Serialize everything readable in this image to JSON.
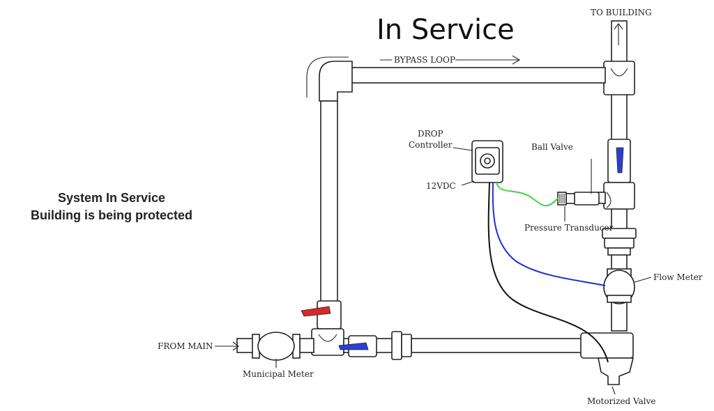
{
  "title": "In Service",
  "status": {
    "line1": "System In Service",
    "line2": "Building is being protected"
  },
  "labels": {
    "to_building": "TO BUILDING",
    "bypass_loop": "BYPASS LOOP",
    "drop_controller_line1": "DROP",
    "drop_controller_line2": "Controller",
    "power": "12VDC",
    "ball_valve": "Ball Valve",
    "pressure_transducer": "Pressure Transducer",
    "flow_meter": "Flow Meter",
    "from_main": "FROM MAIN",
    "municipal_meter": "Municipal Meter",
    "motorized_valve": "Motorized Valve"
  },
  "colors": {
    "bypass_valve_handle": "#d62a2a",
    "main_valve_handle": "#2a3fd6",
    "ball_valve_handle": "#2a3fd6",
    "transducer_wire": "#3fd63f",
    "flow_meter_wire": "#1e2fd6",
    "motor_wire": "#111111"
  }
}
